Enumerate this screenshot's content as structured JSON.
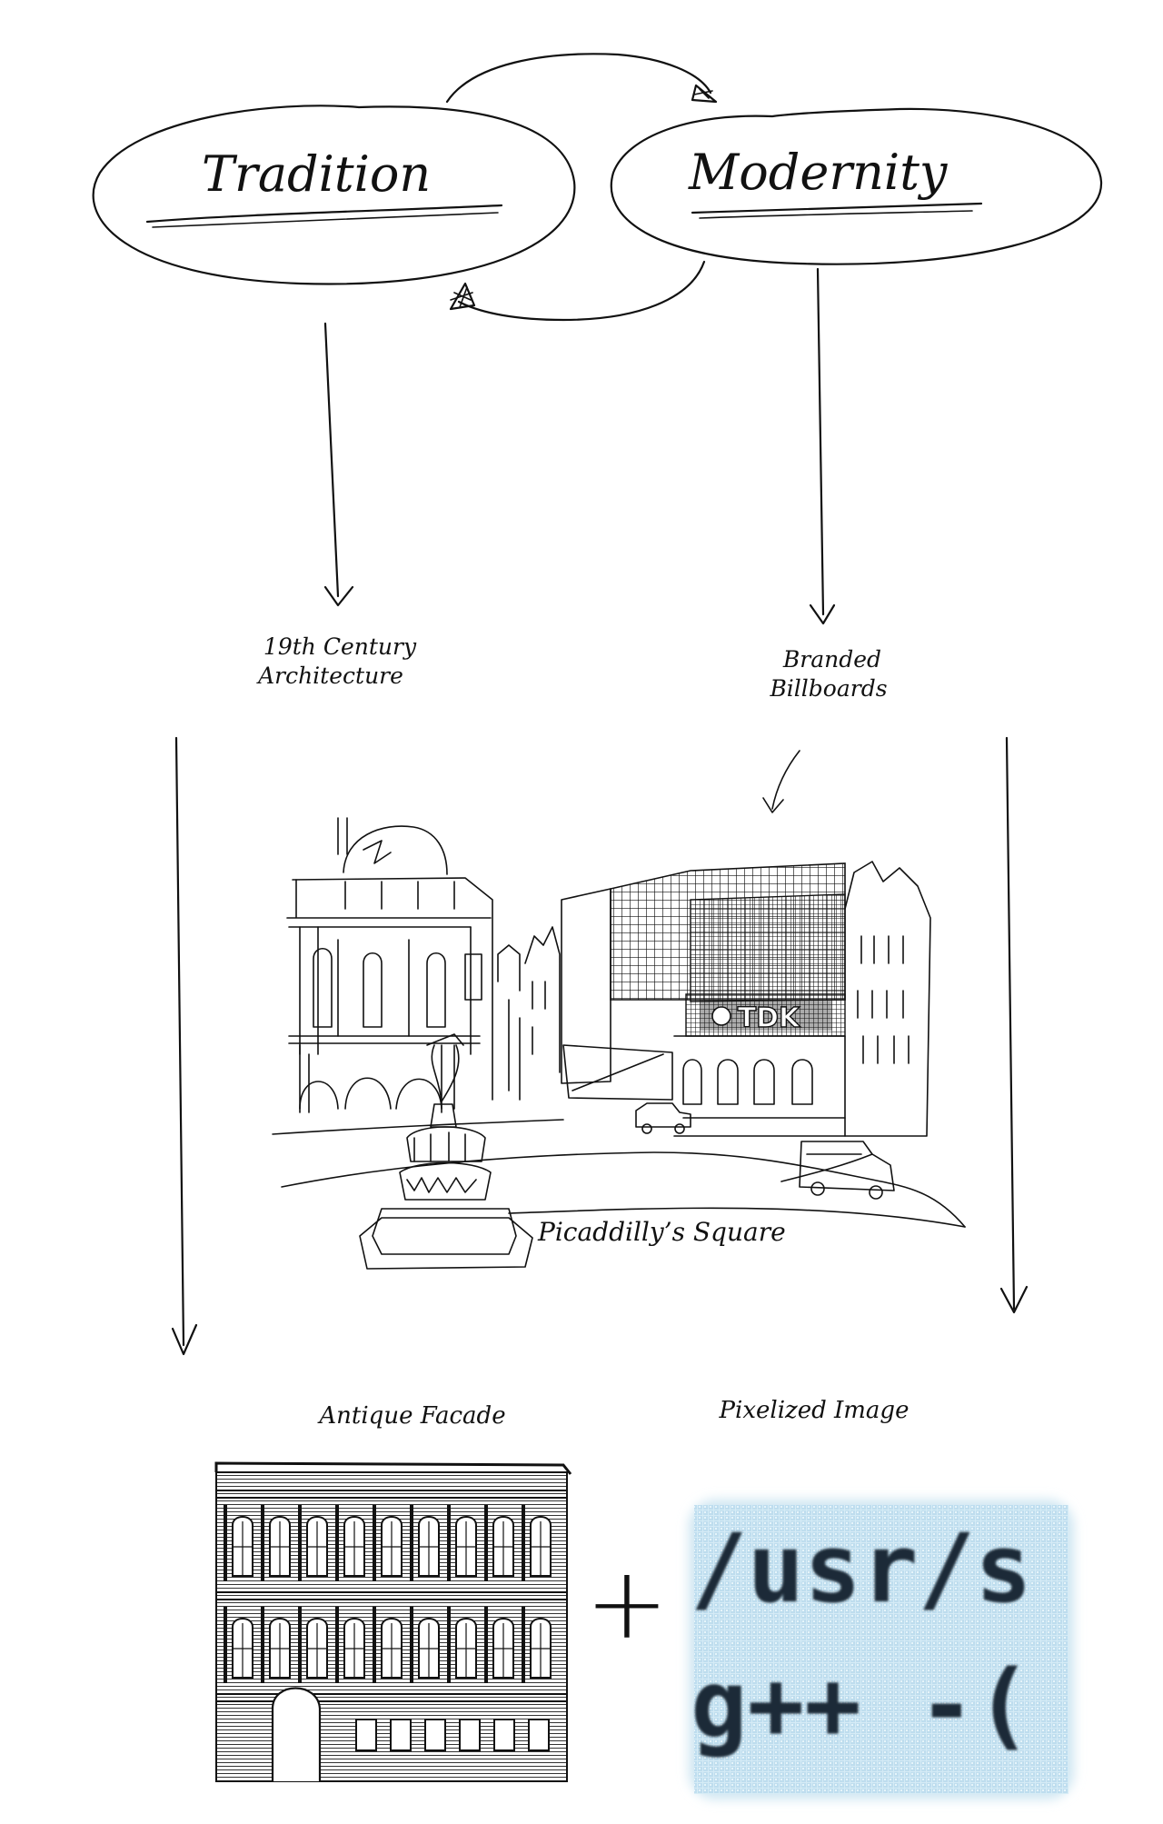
{
  "nodes": {
    "tradition": "Tradition",
    "modernity": "Modernity",
    "architecture": [
      "19th Century",
      "Architecture"
    ],
    "billboards": [
      "Branded",
      "Billboards"
    ],
    "square": "Picaddilly’s Square",
    "facade": "Antique Facade",
    "pixel": "Pixelized Image"
  },
  "sign_text": "TDK",
  "pixel_lines": [
    "/usr/s",
    "g++ -("
  ],
  "plus_symbol": "+",
  "colors": {
    "ink": "#111111",
    "pixel_bg": "#cfe6f2",
    "pixel_text": "#1c2a38"
  }
}
